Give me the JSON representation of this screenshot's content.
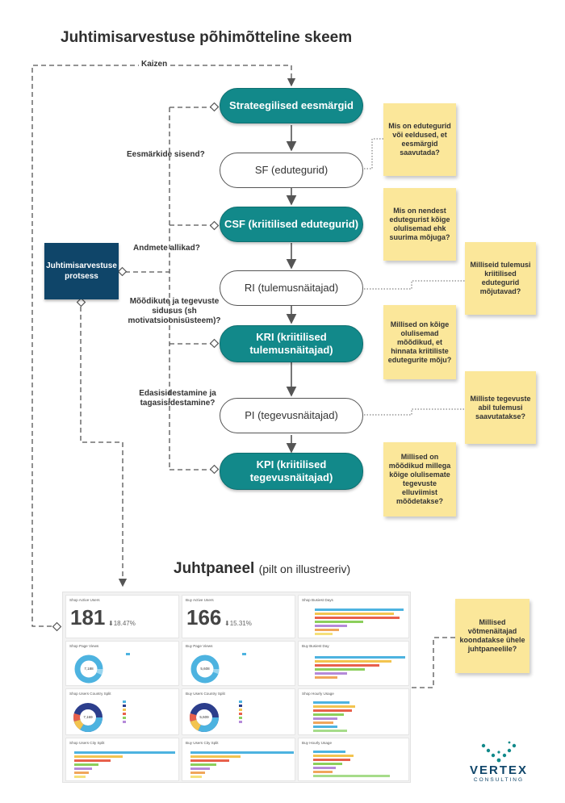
{
  "title": "Juhtimisarvestuse põhimõtteline skeem",
  "flow_nodes": [
    {
      "id": "strategic",
      "label": "Strateegilised eesmärgid",
      "style": "teal"
    },
    {
      "id": "sf",
      "label": "SF (edutegurid)",
      "style": "white"
    },
    {
      "id": "csf",
      "label": "CSF (kriitilised edutegurid)",
      "style": "teal"
    },
    {
      "id": "ri",
      "label": "RI (tulemusnäitajad)",
      "style": "white"
    },
    {
      "id": "kri",
      "label": "KRI (kriitilised tulemusnäitajad)",
      "style": "teal"
    },
    {
      "id": "pi",
      "label": "PI (tegevusnäitajad)",
      "style": "white"
    },
    {
      "id": "kpi",
      "label": "KPI (kriitilised tegevusnäitajad)",
      "style": "teal"
    }
  ],
  "process_box": "Juhtimisarvestuse protsess",
  "edge_labels": {
    "kaizen": "Kaizen",
    "goals_input": "Eesmärkide sisend?",
    "data_sources": "Andmete allikad?",
    "linkage": "Mõõdikute ja tegevuste sidusus (sh motivatsioonisüsteem)?",
    "reporting": "Edasisidestamine ja tagasisidestamine?"
  },
  "sticky_notes": [
    "Mis on edutegurid või eeldused, et eesmärgid saavutada?",
    "Mis on nendest edutegurist kõige olulisemad ehk suurima mõjuga?",
    "Milliseid tulemusi kriitilised edutegurid mõjutavad?",
    "Millised on kõige olulisemad mõõdikud, et hinnata kriitiliste edutegurite mõju?",
    "Milliste tegevuste abil tulemusi saavutatakse?",
    "Millised on mõõdikud millega kõige olulisemate tegevuste elluviimist mõõdetakse?",
    "Millised võtmenäitajad koondatakse ühele juhtpaneelile?"
  ],
  "dashboard_heading": "Juhtpaneel",
  "dashboard_note": "(pilt on illustreeriv)",
  "dashboard": {
    "kpi_panels": [
      {
        "title": "Shop Active Users",
        "value": "181",
        "delta": "18.47%"
      },
      {
        "title": "Buy Active Users",
        "value": "166",
        "delta": "15.31%"
      }
    ],
    "donut_panels": [
      {
        "title": "Shop Page Views",
        "center": "7,188"
      },
      {
        "title": "Buy Page Views",
        "center": "5,608"
      },
      {
        "title": "Shop Users Country Split",
        "center": "7,169"
      },
      {
        "title": "Buy Users Country Split",
        "center": "5,609"
      }
    ],
    "bar_panels": [
      {
        "title": "Shop Busiest Days"
      },
      {
        "title": "Buy Busiest Day"
      },
      {
        "title": "Shop Hourly Usage"
      },
      {
        "title": "Shop Users City Split"
      },
      {
        "title": "Buy Users City Split"
      },
      {
        "title": "Buy Hourly Usage"
      }
    ]
  },
  "logo": {
    "name": "VERTEX",
    "tagline": "CONSULTING"
  },
  "colors": {
    "teal": "#12898a",
    "navy": "#0f4569",
    "sticky": "#fbe79a"
  }
}
